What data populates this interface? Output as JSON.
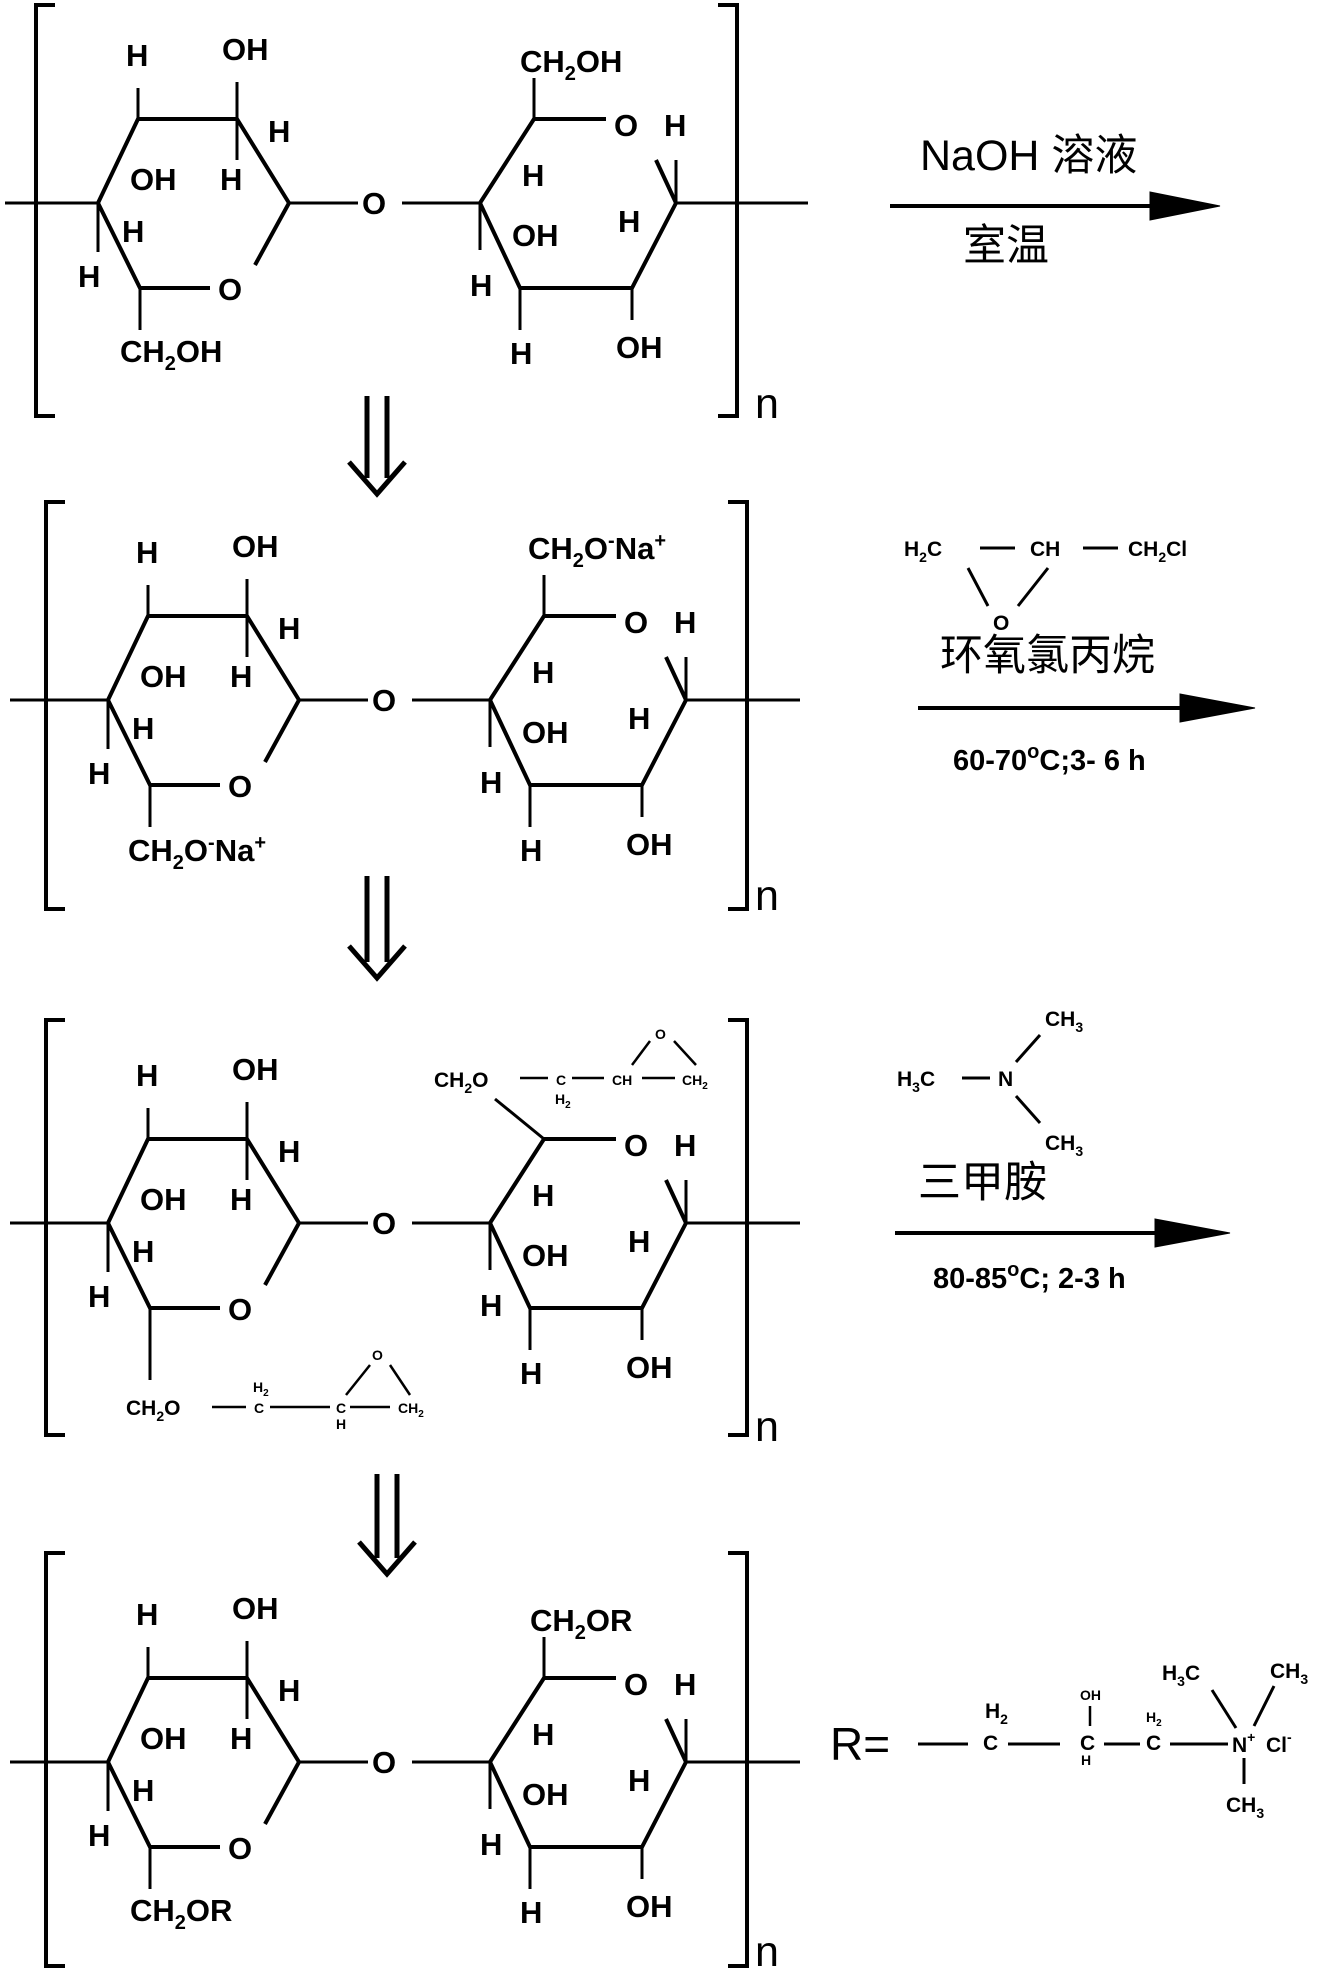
{
  "repeat_subscript": "n",
  "common_labels": {
    "h": "H",
    "oh": "OH",
    "o": "O"
  },
  "units": [
    {
      "left_group": {
        "main": "CH",
        "sub": "2",
        "tail": "OH",
        "sup": ""
      },
      "right_group": {
        "main": "CH",
        "sub": "2",
        "tail": "OH",
        "sup": ""
      }
    },
    {
      "left_group": {
        "main": "CH",
        "sub": "2",
        "tail": "O",
        "sup": "-",
        "tail2": "Na",
        "sup2": "+"
      },
      "right_group": {
        "main": "CH",
        "sub": "2",
        "tail": "O",
        "sup": "-",
        "tail2": "Na",
        "sup2": "+"
      }
    },
    {
      "left_group": {
        "ch2o": "CH",
        "ch2o_sub": "2",
        "ch2o_tail": "O",
        "c": "C",
        "c_h2": "H",
        "c_h2_sub": "2",
        "ch": "C",
        "ch_h": "H",
        "o": "O",
        "ch2": "CH",
        "ch2_sub": "2"
      },
      "right_group": {
        "ch2o": "CH",
        "ch2o_sub": "2",
        "ch2o_tail": "O",
        "c": "C",
        "c_h2": "H",
        "c_h2_sub": "2",
        "ch": "CH",
        "o": "O",
        "ch2": "CH",
        "ch2_sub": "2"
      }
    },
    {
      "left_group": {
        "main": "CH",
        "sub": "2",
        "tail": "OR"
      },
      "right_group": {
        "main": "CH",
        "sub": "2",
        "tail": "OR"
      }
    }
  ],
  "step1": {
    "reagent": "NaOH 溶液",
    "condition": "室温"
  },
  "step2": {
    "structure": {
      "h2c": "H",
      "h2c_sub": "2",
      "h2c_tail": "C",
      "ch": "CH",
      "ch2cl": "CH",
      "ch2cl_sub": "2",
      "ch2cl_tail": "Cl",
      "o": "O"
    },
    "reagent": "环氧氯丙烷",
    "condition_pre": "60-70",
    "condition_sup": "o",
    "condition_post": "C;3- 6 h"
  },
  "step3": {
    "structure": {
      "h3c": "H",
      "h3c_sub": "3",
      "h3c_tail": "C",
      "n": "N",
      "ch3_top": "CH",
      "ch3_top_sub": "3",
      "ch3_bottom": "CH",
      "ch3_bottom_sub": "3"
    },
    "reagent": "三甲胺",
    "condition_pre": "80-85",
    "condition_sup": "o",
    "condition_post": "C; 2-3 h"
  },
  "r_definition": {
    "label": "R=",
    "c1": "C",
    "c1_h": "H",
    "c1_h_sub": "2",
    "c2": "C",
    "c2_oh": "OH",
    "c2_h": "H",
    "c3": "C",
    "c3_h": "H",
    "c3_h_sub": "2",
    "n": "N",
    "n_sup": "+",
    "cl": "Cl",
    "cl_sup": "-",
    "h3c": "H",
    "h3c_sub": "3",
    "h3c_tail": "C",
    "ch3_right": "CH",
    "ch3_right_sub": "3",
    "ch3_bottom": "CH",
    "ch3_bottom_sub": "3"
  }
}
